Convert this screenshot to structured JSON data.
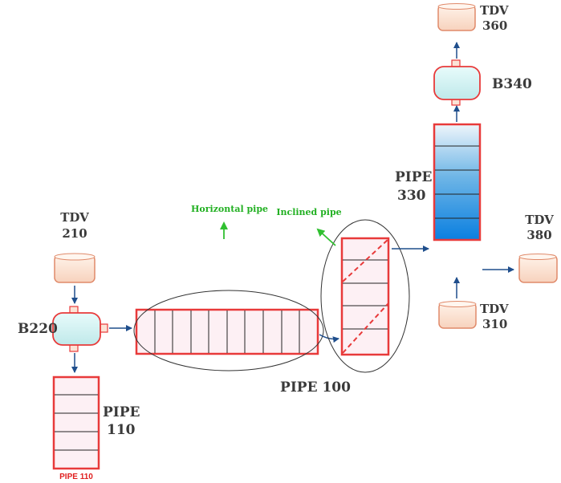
{
  "labels": {
    "tdv210_a": "TDV",
    "tdv210_b": "210",
    "b220": "B220",
    "pipe110_a": "PIPE",
    "pipe110_b": "110",
    "pipe110_caption": "PIPE 110",
    "horizontal": "Horizontal pipe",
    "inclined": "Inclined pipe",
    "pipe100": "PIPE 100",
    "pipe330_a": "PIPE",
    "pipe330_b": "330",
    "tdv360_a": "TDV",
    "tdv360_b": "360",
    "b340": "B340",
    "tdv380_a": "TDV",
    "tdv380_b": "380",
    "tdv310_a": "TDV",
    "tdv310_b": "310"
  },
  "colors": {
    "pipe_border": "#e83a3a",
    "pipe_fill": "#fdf0f4",
    "tank_fill": "#fbe3d6",
    "tank_stroke": "#e08a6a",
    "vessel_fill": "#d6f4f4",
    "arrow": "#1f4e8c",
    "green_arrow": "#30c030"
  }
}
